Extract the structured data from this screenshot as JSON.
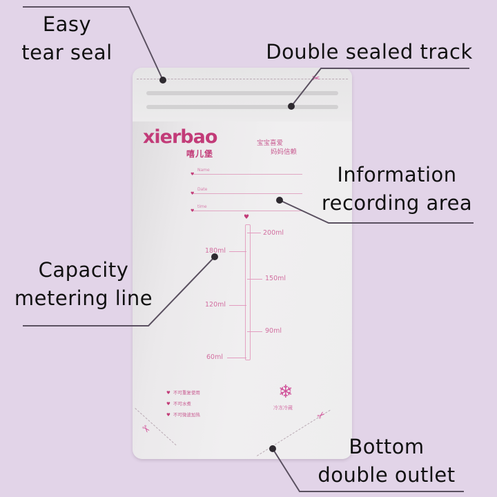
{
  "callouts": {
    "easy_tear": {
      "line1": "Easy",
      "line2": "tear seal"
    },
    "double_track": {
      "line1": "Double sealed track"
    },
    "info_area": {
      "line1": "Information",
      "line2": "recording area"
    },
    "capacity": {
      "line1": "Capacity",
      "line2": "metering line"
    },
    "bottom_outlet": {
      "line1": "Bottom",
      "line2": "double outlet"
    }
  },
  "bag": {
    "brand": "xierbao",
    "brand_cn": "嘻儿堡",
    "slogan": [
      "宝宝喜爱",
      "妈妈信赖"
    ],
    "fields": [
      "Name",
      "Date",
      "time"
    ],
    "scale_right": [
      "200ml",
      "150ml",
      "90ml"
    ],
    "scale_left": [
      "180ml",
      "120ml",
      "60ml"
    ],
    "warnings": [
      "不可重复使用",
      "不可水煮",
      "不可微波加热"
    ],
    "freeze_label": "冷冻冷藏",
    "icons": {
      "heart": "♥",
      "scissors": "✂",
      "snowflake": "❄"
    }
  },
  "colors": {
    "background": "#e2d4e8",
    "brand": "#c23b78",
    "leader_line": "#5a5060",
    "dot": "#2e2a30"
  }
}
